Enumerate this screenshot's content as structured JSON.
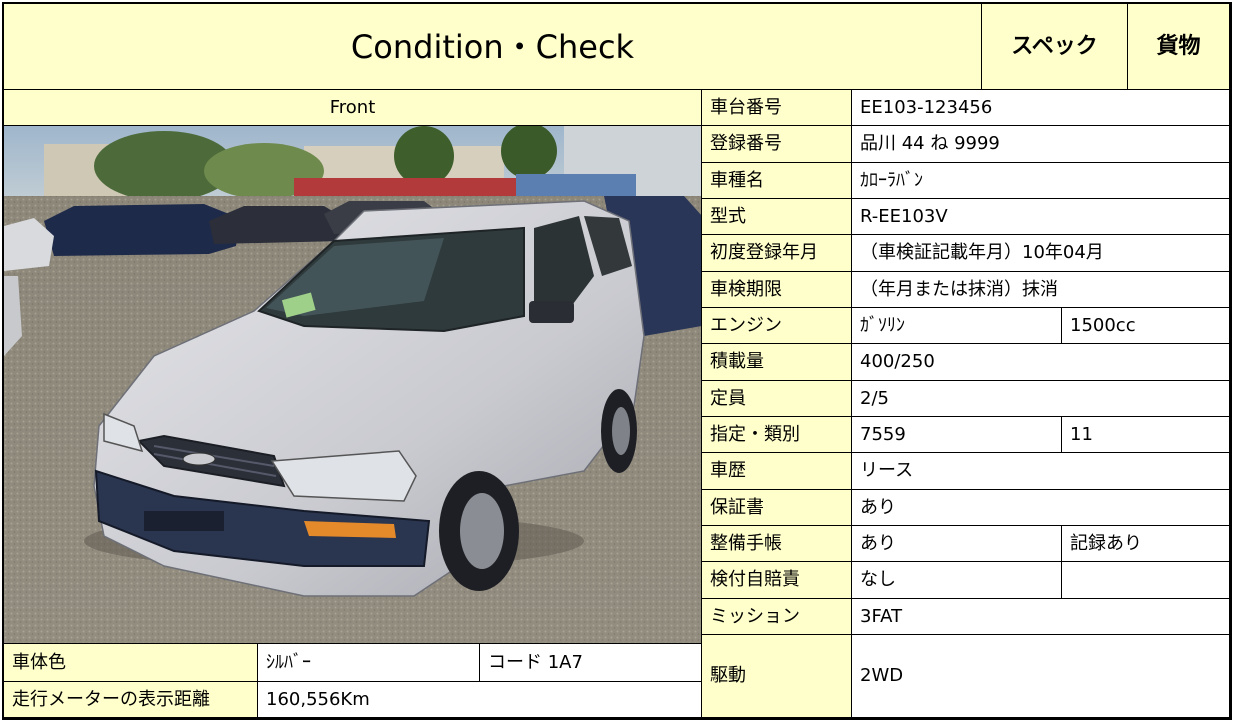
{
  "header": {
    "title": "Condition・Check",
    "tab_spec": "スペック",
    "tab_cargo": "貨物"
  },
  "photo": {
    "caption": "Front"
  },
  "specs": [
    {
      "label": "車台番号",
      "value": "EE103-123456",
      "extra": null
    },
    {
      "label": "登録番号",
      "value": "品川 44 ね 9999",
      "extra": null
    },
    {
      "label": "車種名",
      "value": "ｶﾛｰﾗﾊﾞﾝ",
      "extra": null
    },
    {
      "label": "型式",
      "value": "R-EE103V",
      "extra": null
    },
    {
      "label": "初度登録年月",
      "value": "（車検証記載年月）10年04月",
      "extra": null
    },
    {
      "label": "車検期限",
      "value": "（年月または抹消）抹消",
      "extra": null
    },
    {
      "label": "エンジン",
      "value": "ｶﾞｿﾘﾝ",
      "extra": "1500cc"
    },
    {
      "label": "積載量",
      "value": "400/250",
      "extra": null
    },
    {
      "label": "定員",
      "value": "2/5",
      "extra": null
    },
    {
      "label": "指定・類別",
      "value": "7559",
      "extra": "11"
    },
    {
      "label": "車歴",
      "value": "リース",
      "extra": null
    },
    {
      "label": "保証書",
      "value": "あり",
      "extra": null
    },
    {
      "label": "整備手帳",
      "value": "あり",
      "extra": "記録あり"
    },
    {
      "label": "検付自賠責",
      "value": "なし",
      "extra": ""
    },
    {
      "label": "ミッション",
      "value": "3FAT",
      "extra": null
    },
    {
      "label": "駆動",
      "value": "2WD",
      "extra": null
    }
  ],
  "body_color": {
    "label": "車体色",
    "value": "ｼﾙﾊﾞｰ",
    "code": "コード 1A7"
  },
  "odometer": {
    "label": "走行メーターの表示距離",
    "value": "160,556Km"
  },
  "colors": {
    "label_bg": "#ffffcc",
    "value_bg": "#ffffff",
    "border": "#000000"
  }
}
